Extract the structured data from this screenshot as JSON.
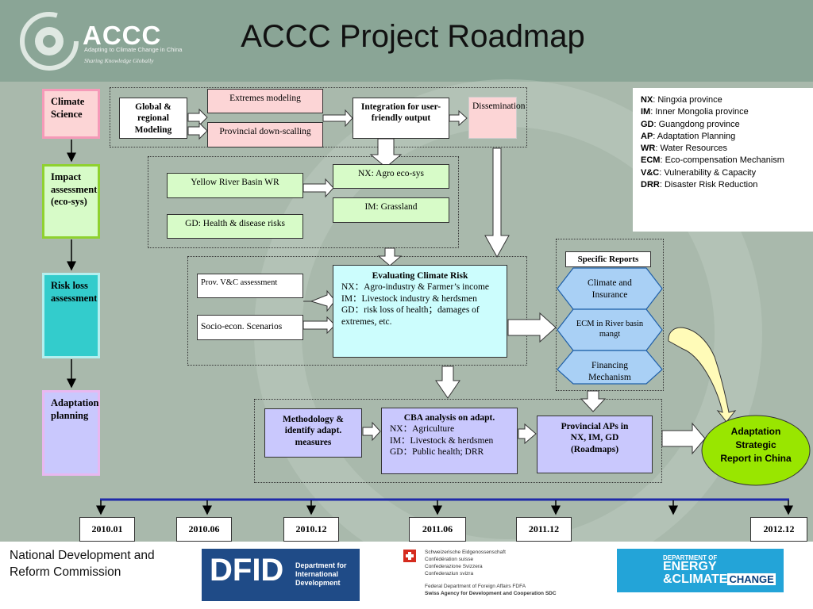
{
  "title": "ACCC Project Roadmap",
  "logo": {
    "name": "ACCC",
    "tagline": "Adapting to Climate Change in China",
    "slogan": "Sharing  Knowledge  Globally"
  },
  "stages": {
    "climate_science": "Climate Science",
    "impact": "Impact assessment (eco-sys)",
    "risk": "Risk loss assessment",
    "adaptation": "Adaptation planning"
  },
  "row1": {
    "global_modeling": "Global & regional Modeling",
    "extremes": "Extremes modeling",
    "downscaling": "Provincial down-scalling",
    "integration": "Integration for user-friendly output",
    "dissemination": "Dissemination"
  },
  "row2": {
    "yellow_river": "Yellow River Basin WR",
    "gd_health": "GD: Health & disease risks",
    "nx_agro": "NX: Agro eco-sys",
    "im_grassland": "IM: Grassland"
  },
  "row3": {
    "prov_vc": "Prov. V&C assessment",
    "socio": "Socio-econ. Scenarios",
    "eval_title": "Evaluating Climate Risk",
    "eval_line1": "NX：Agro-industry & Farmer’s income",
    "eval_line2": "IM：Livestock industry & herdsmen",
    "eval_line3": "GD：risk loss of health；damages of extremes, etc."
  },
  "specific_reports": {
    "label": "Specific Reports",
    "items": [
      "Climate and Insurance",
      "ECM in River basin mangt",
      "Financing Mechanism"
    ]
  },
  "row4": {
    "methodology": "Methodology & identify adapt. measures",
    "cba_title": "CBA analysis on adapt.",
    "cba_line1": "NX：Agriculture",
    "cba_line2": "IM：Livestock & herdsmen",
    "cba_line3": "GD：Public health; DRR",
    "provincial": "Provincial APs in NX, IM, GD (Roadmaps)",
    "adaptation_report": "Adaptation Strategic Report in China"
  },
  "legend": [
    {
      "abbr": "NX",
      "text": ": Ningxia province"
    },
    {
      "abbr": "IM",
      "text": ": Inner Mongolia province"
    },
    {
      "abbr": "GD",
      "text": ": Guangdong province"
    },
    {
      "abbr": "AP",
      "text": ": Adaptation Planning"
    },
    {
      "abbr": "WR",
      "text": ": Water Resources"
    },
    {
      "abbr": "ECM",
      "text": ": Eco-compensation Mechanism"
    },
    {
      "abbr": "V&C",
      "text": ": Vulnerability & Capacity"
    },
    {
      "abbr": "DRR",
      "text": ": Disaster Risk Reduction"
    }
  ],
  "timeline": [
    "2010.01",
    "2010.06",
    "2010.12",
    "2011.06",
    "2011.12",
    "2012.12"
  ],
  "footer": {
    "ndrc_line1": "National Development and",
    "ndrc_line2": "Reform Commission",
    "dfid_abbr": "DFID",
    "dfid_line1": "Department for",
    "dfid_line2": "International",
    "dfid_line3": "Development",
    "swiss_line1": "Schweizerische Eidgenossenschaft",
    "swiss_line2": "Confédération suisse",
    "swiss_line3": "Confederazione Svizzera",
    "swiss_line4": "Confederaziun svizra",
    "swiss_line5": "Federal Department of Foreign Affairs FDFA",
    "swiss_line6": "Swiss Agency for Development and Cooperation SDC",
    "decc_line1": "DEPARTMENT OF",
    "decc_line2": "ENERGY",
    "decc_line3": "&CLIMATE",
    "decc_line4": "CHANGE"
  },
  "colors": {
    "header": "#8aa596",
    "background": "#a9b9ac",
    "pink": "#fcd5d6",
    "light_green": "#d7fbc8",
    "cyan": "#ccfdfd",
    "lavender": "#c9c8fd",
    "teal": "#33cccc",
    "hexagon": "#a9d0f5",
    "green_ellipse": "#99e600",
    "timeline": "#1f2aa8"
  }
}
